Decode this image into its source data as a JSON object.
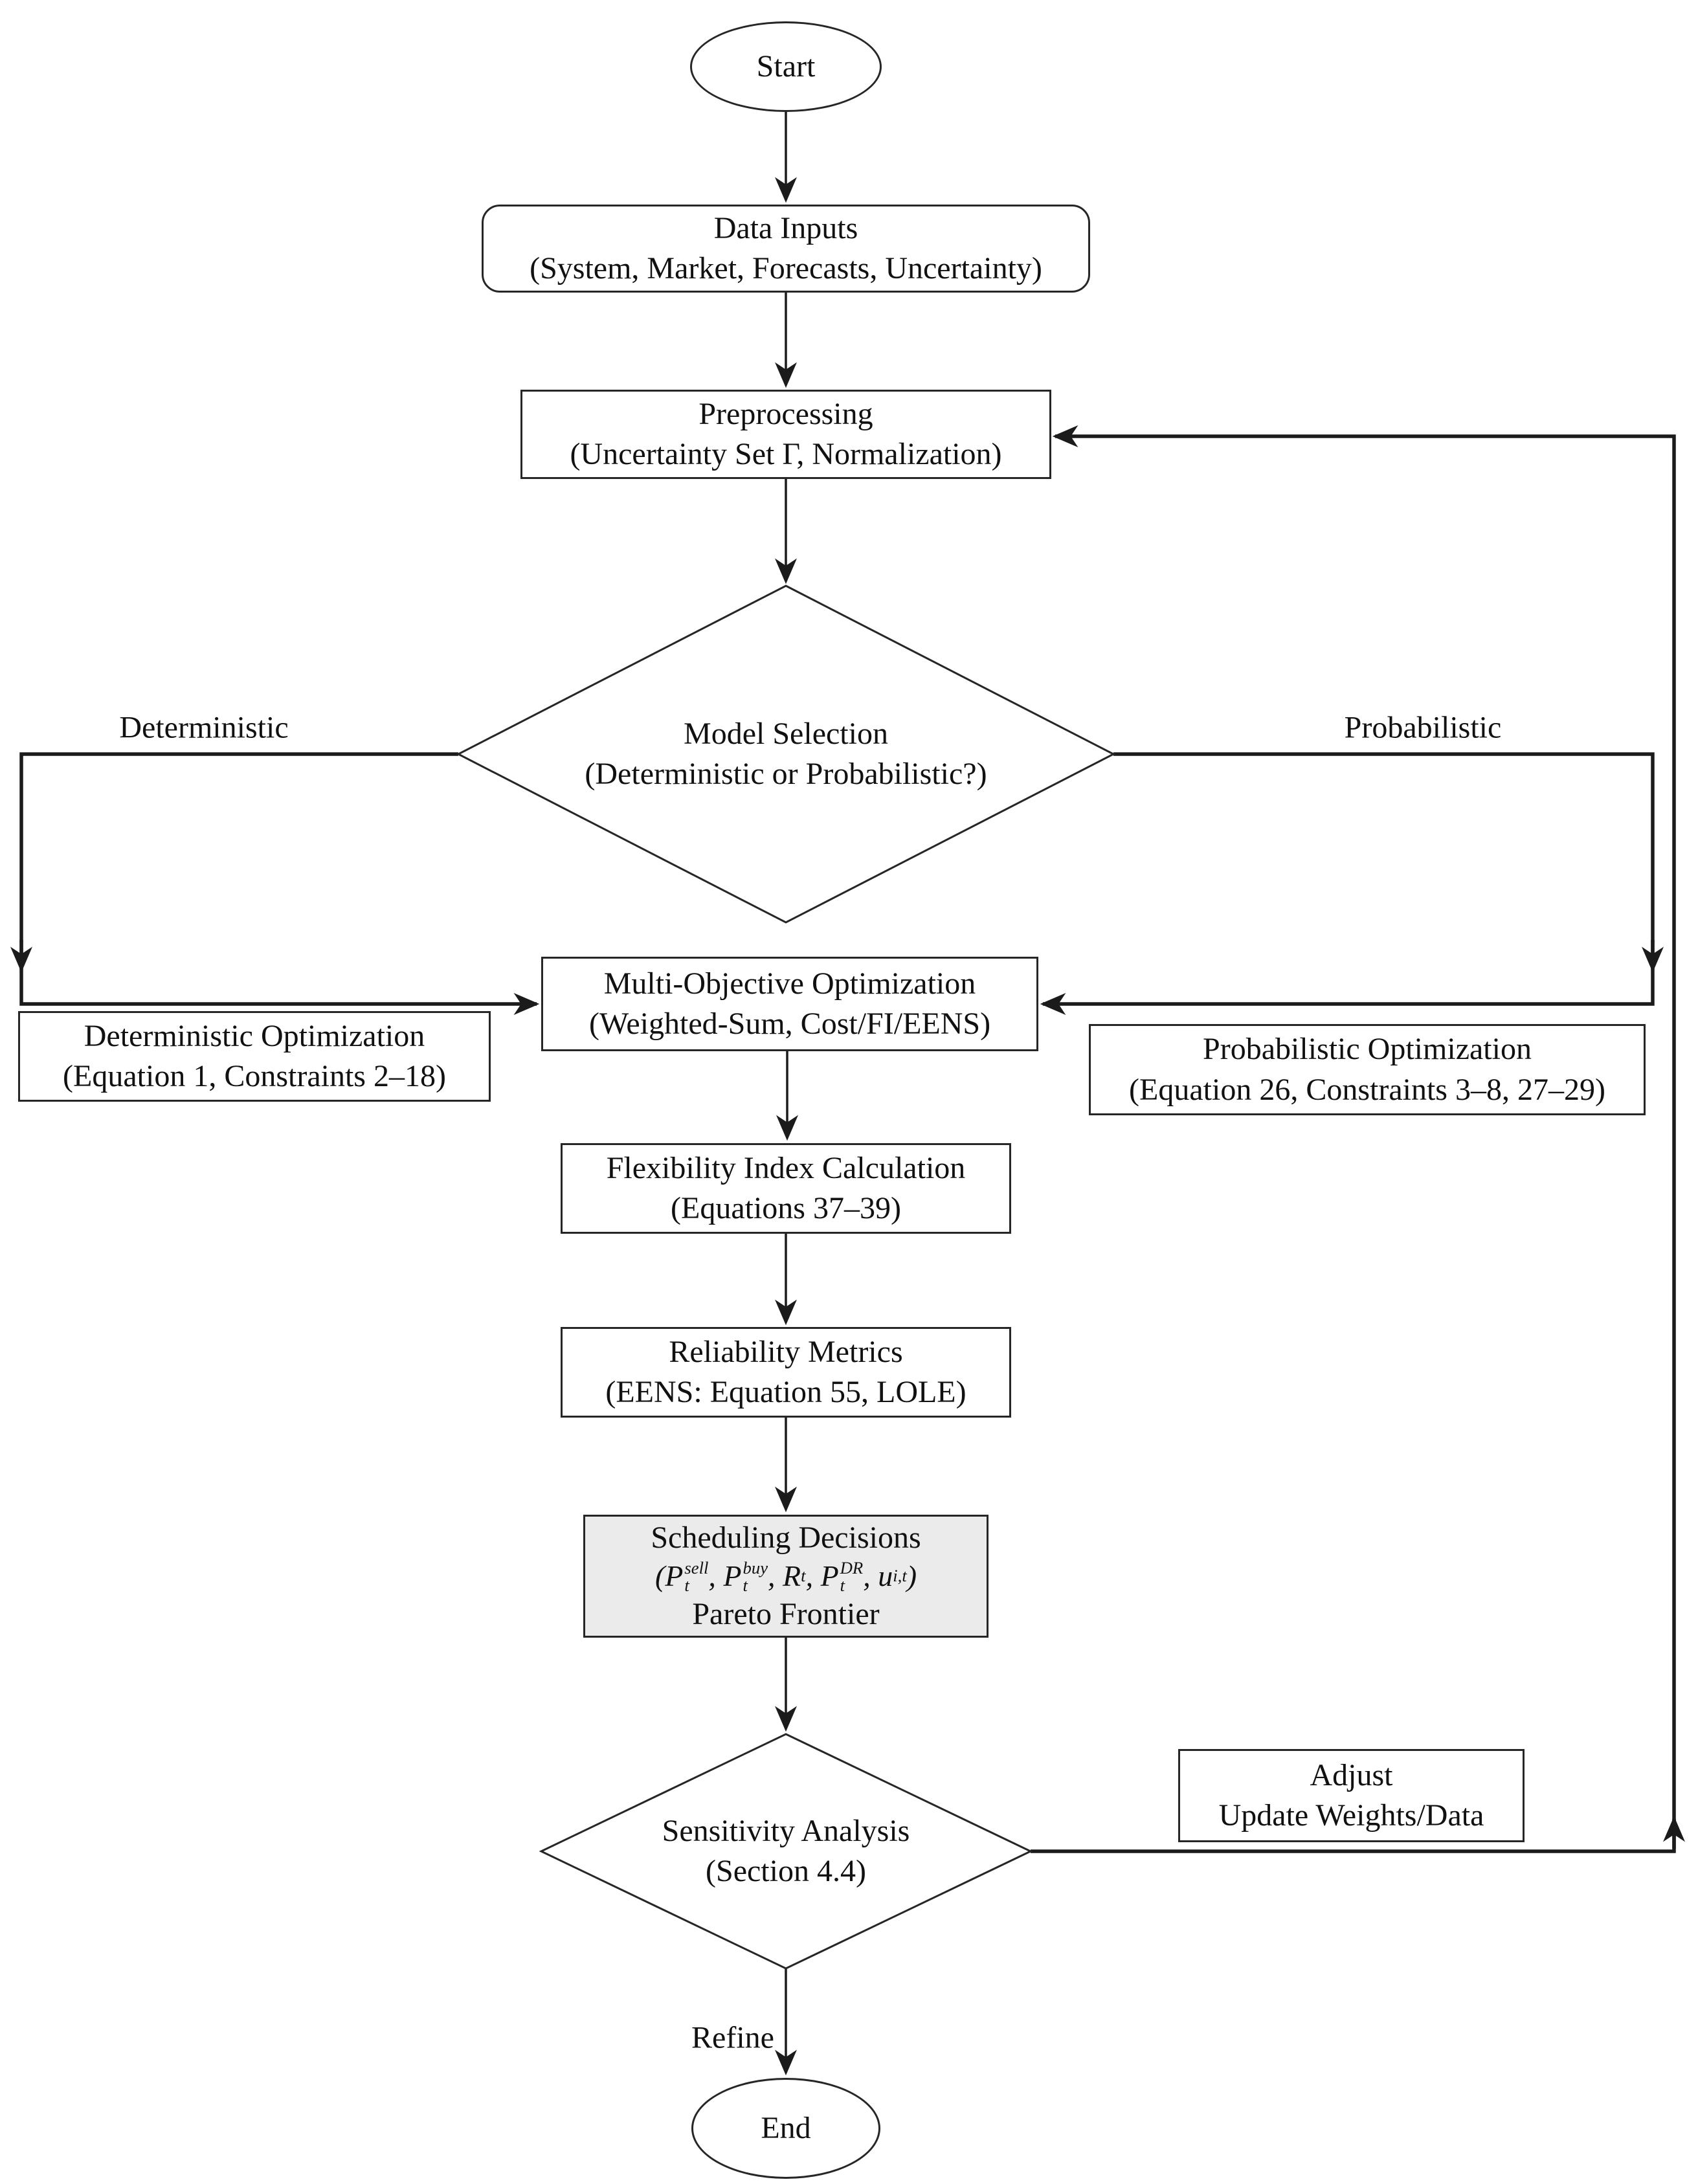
{
  "diagram": {
    "type": "flowchart",
    "background": "#ffffff",
    "colors": {
      "line": "#1b1b1b",
      "border": "#262626",
      "text": "#111111",
      "shaded_node_fill": "#ebebeb"
    },
    "nodes": {
      "start": {
        "label": "Start"
      },
      "data_inputs": {
        "title": "Data Inputs",
        "subtitle": "(System, Market, Forecasts, Uncertainty)"
      },
      "preprocessing": {
        "title": "Preprocessing",
        "subtitle": "(Uncertainty Set Γ, Normalization)"
      },
      "model_selection": {
        "title": "Model Selection",
        "subtitle": "(Deterministic or Probabilistic?)"
      },
      "deterministic_optimization": {
        "title": "Deterministic Optimization",
        "subtitle": "(Equation 1, Constraints 2–18)"
      },
      "multi_objective": {
        "title": "Multi-Objective Optimization",
        "subtitle": "(Weighted-Sum, Cost/FI/EENS)"
      },
      "probabilistic_optimization": {
        "title": "Probabilistic Optimization",
        "subtitle": "(Equation 26, Constraints 3–8, 27–29)"
      },
      "flexibility_index": {
        "title": "Flexibility Index Calculation",
        "subtitle": "(Equations 37–39)"
      },
      "reliability_metrics": {
        "title": "Reliability Metrics",
        "subtitle": "(EENS: Equation 55, LOLE)"
      },
      "scheduling_decisions": {
        "title": "Scheduling Decisions",
        "math_tokens": [
          {
            "base": "(P",
            "sup": "sell",
            "sub": "t"
          },
          {
            "base": ", P",
            "sup": "buy",
            "sub": "t"
          },
          {
            "base": ", R",
            "sub": "t"
          },
          {
            "base": ", P",
            "sup": "DR",
            "sub": "t"
          },
          {
            "base": ", u",
            "sub": "i,t"
          },
          {
            "base": ")"
          }
        ],
        "line3": "Pareto Frontier"
      },
      "sensitivity_analysis": {
        "title": "Sensitivity Analysis",
        "subtitle": "(Section 4.4)"
      },
      "adjust": {
        "line1": "Adjust",
        "line2": "Update Weights/Data"
      },
      "end": {
        "label": "End"
      }
    },
    "edge_labels": {
      "deterministic": "Deterministic",
      "probabilistic": "Probabilistic",
      "refine": "Refine"
    }
  }
}
